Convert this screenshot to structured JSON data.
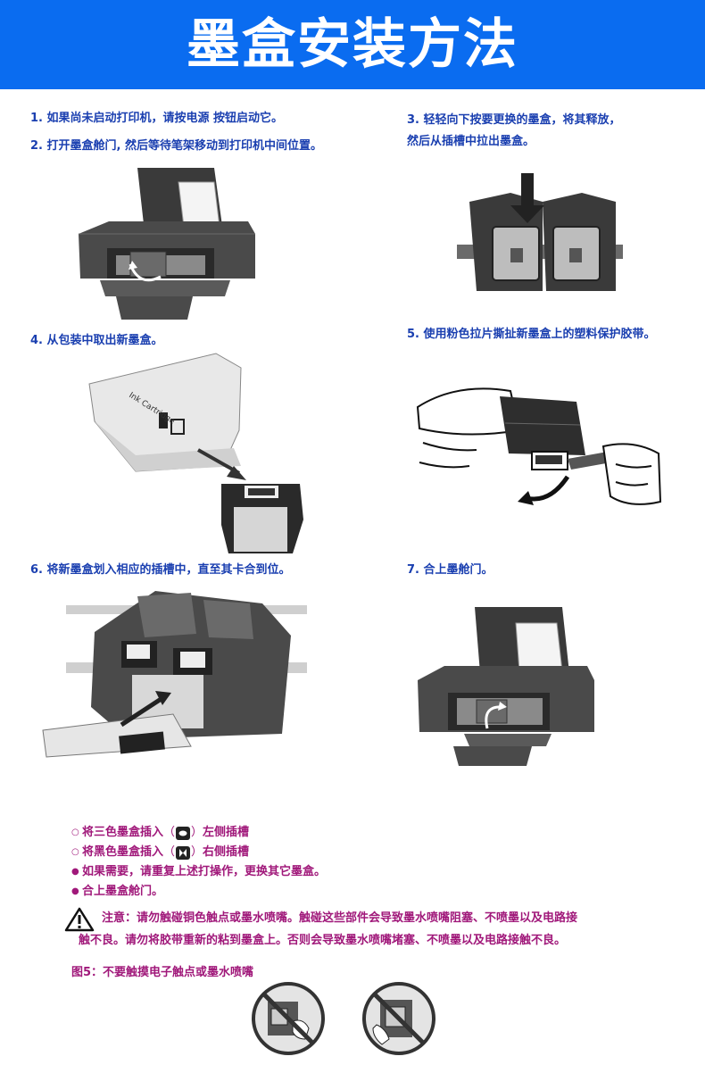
{
  "title": "墨盒安装方法",
  "steps": {
    "s1": "1. 如果尚未启动打印机，请按电源 按钮启动它。",
    "s2": "2. 打开墨盒舱门, 然后等待笔架移动到打印机中间位置。",
    "s3a": "3. 轻轻向下按要更换的墨盒，将其释放，",
    "s3b": "然后从插槽中拉出墨盒。",
    "s4": "4. 从包装中取出新墨盒。",
    "s5": "5. 使用粉色拉片撕扯新墨盒上的塑料保护胶带。",
    "s6": "6. 将新墨盒划入相应的插槽中，直至其卡合到位。",
    "s7": "7. 合上墨舱门。"
  },
  "package_label": "Ink Cartridge",
  "bullets": {
    "b1_pre": "将三色墨盒插入",
    "b1_post": "左侧插槽",
    "b2_pre": "将黑色墨盒插入",
    "b2_post": "右侧插槽",
    "b3": "如果需要，请重复上述打操作，更换其它墨盒。",
    "b4": "合上墨盒舱门。",
    "paren_open": "（",
    "paren_close": "）"
  },
  "warning": {
    "line1": "注意：请勿触碰铜色触点或墨水喷嘴。触碰这些部件会导致墨水喷嘴阻塞、不喷墨以及电路接",
    "line2": "触不良。请勿将胶带重新的粘到墨盒上。否则会导致墨水喷嘴堵塞、不喷墨以及电路接触不良。"
  },
  "figure_caption": "图5：不要触摸电子触点或墨水喷嘴",
  "colors": {
    "banner": "#0a6cf0",
    "step_text": "#1a3fb0",
    "note_text": "#a0187a"
  }
}
